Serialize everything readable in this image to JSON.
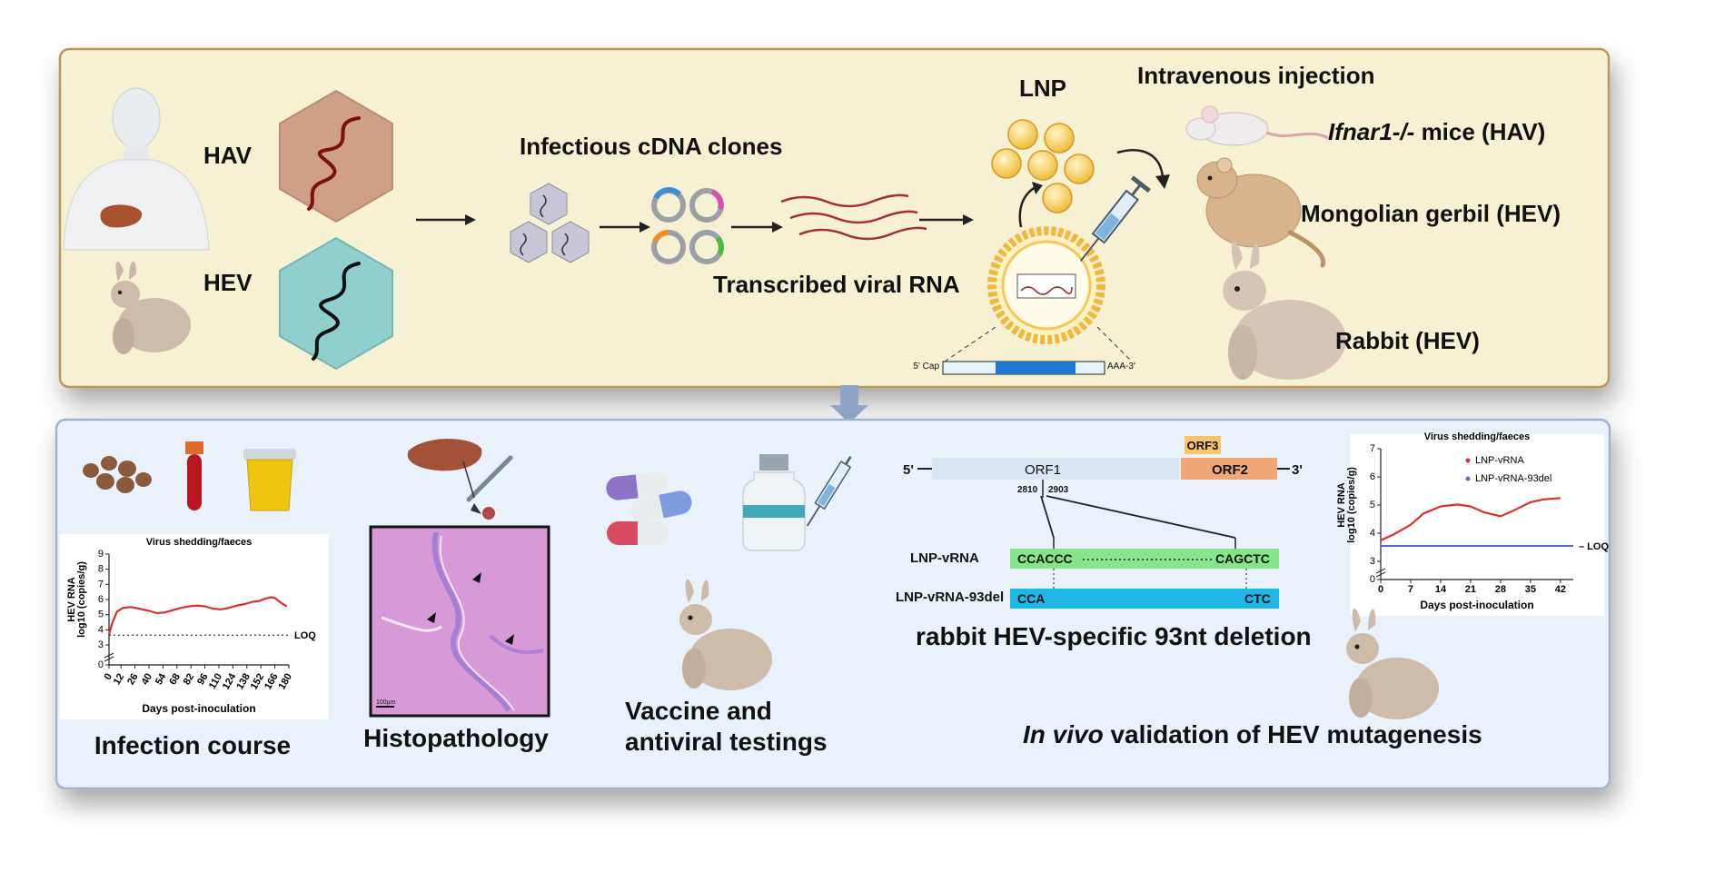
{
  "top_panel": {
    "hav_label": "HAV",
    "hev_label": "HEV",
    "clones_label": "Infectious cDNA clones",
    "rna_label": "Transcribed viral RNA",
    "lnp_label": "LNP",
    "injection_label": "Intravenous injection",
    "construct_5": "5' Cap",
    "construct_3": "AAA-3'",
    "mice_label_italic": "Ifnar1-/-",
    "mice_label_rest": " mice (HAV)",
    "gerbil_label": "Mongolian gerbil (HEV)",
    "rabbit_label": "Rabbit (HEV)"
  },
  "bottom_panel": {
    "infection_course": "Infection course",
    "histopathology": "Histopathology",
    "vaccine_line1": "Vaccine and",
    "vaccine_line2": "antiviral testings",
    "scale_bar": "100µm",
    "genome": {
      "five_prime": "5'",
      "three_prime": "3'",
      "orf1": "ORF1",
      "orf2": "ORF2",
      "orf3": "ORF3",
      "pos_start": "2810",
      "pos_end": "2903",
      "row1_label": "LNP-vRNA",
      "row1_left": "CCACCC",
      "row1_right": "CAGCTC",
      "row2_label": "LNP-vRNA-93del",
      "row2_left": "CCA",
      "row2_right": "CTC",
      "caption": "rabbit HEV-specific 93nt deletion"
    },
    "validation_italic": "In vivo",
    "validation_rest": " validation of HEV mutagenesis"
  },
  "colors": {
    "top_panel_bg": "#f6f1d3",
    "top_panel_border": "#b89a57",
    "bottom_panel_bg": "#e9f1fb",
    "bottom_panel_border": "#9db4cf",
    "hav_capsid": "#cf9f88",
    "hev_capsid": "#8fd0cf",
    "lnp": "#f6c64d",
    "orf1": "#dbe6f4",
    "orf2": "#f2a876",
    "orf3": "#f7c46a",
    "vrna_box": "#86e58a",
    "del_box": "#1fb7e5",
    "curve": "#d93030",
    "loq_line": "#4a72c9"
  },
  "chart_data": [
    {
      "type": "line",
      "title": "Virus shedding/faeces",
      "xlabel": "Days post-inoculation",
      "ylabel_line1": "HEV RNA",
      "ylabel_line2": "log10 (copies/g)",
      "x_ticks": [
        "0",
        "12",
        "26",
        "40",
        "54",
        "68",
        "82",
        "96",
        "110",
        "124",
        "138",
        "152",
        "166",
        "180"
      ],
      "y_ticks": [
        "0",
        "3",
        "4",
        "5",
        "6",
        "7",
        "8",
        "9"
      ],
      "ylim": [
        3,
        9
      ],
      "loq_label": "LOQ",
      "loq_value": 3.65,
      "series": [
        {
          "x": [
            0,
            3,
            8,
            14,
            22,
            30,
            40,
            48,
            56,
            64,
            72,
            80,
            88,
            96,
            104,
            112,
            120,
            128,
            136,
            144,
            150,
            156,
            162,
            166,
            170,
            174,
            178
          ],
          "y": [
            3.7,
            4.4,
            5.2,
            5.45,
            5.5,
            5.4,
            5.25,
            5.1,
            5.15,
            5.3,
            5.45,
            5.55,
            5.6,
            5.55,
            5.4,
            5.35,
            5.45,
            5.6,
            5.7,
            5.85,
            5.9,
            6.05,
            6.15,
            6.1,
            5.9,
            5.7,
            5.55
          ]
        }
      ]
    },
    {
      "type": "line",
      "title": "Virus shedding/faeces",
      "xlabel": "Days post-inoculation",
      "ylabel_line1": "HEV RNA",
      "ylabel_line2": "log10 (copies/g)",
      "x_ticks": [
        "0",
        "7",
        "14",
        "21",
        "28",
        "35",
        "42"
      ],
      "y_ticks": [
        "0",
        "3",
        "4",
        "5",
        "6",
        "7"
      ],
      "ylim": [
        3,
        7
      ],
      "loq_label": "LOQ",
      "loq_value": 3.55,
      "series": [
        {
          "name": "LNP-vRNA",
          "x": [
            0,
            3,
            7,
            10,
            14,
            18,
            21,
            24,
            28,
            31,
            35,
            38,
            42
          ],
          "y": [
            3.75,
            3.95,
            4.3,
            4.7,
            4.95,
            5.02,
            4.95,
            4.75,
            4.6,
            4.8,
            5.1,
            5.2,
            5.25
          ]
        },
        {
          "name": "LNP-vRNA-93del",
          "x": [
            0,
            42
          ],
          "y": [
            3.55,
            3.55
          ]
        }
      ]
    }
  ]
}
